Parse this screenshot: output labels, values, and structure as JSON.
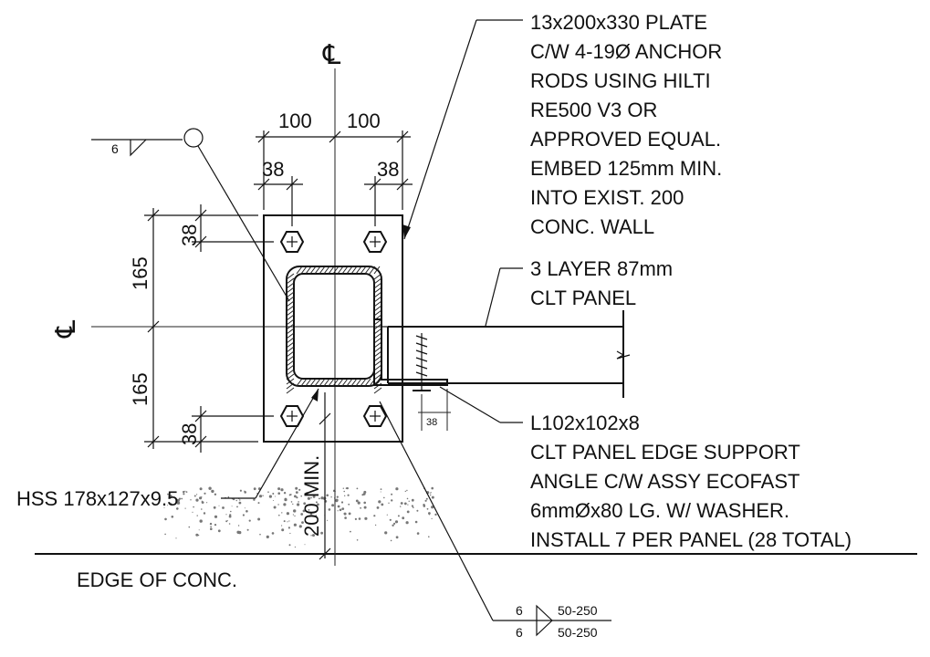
{
  "centerline_symbol": "℄",
  "plate_note": [
    "13x200x330 PLATE",
    "C/W 4-19Ø ANCHOR",
    "RODS USING HILTI",
    "RE500 V3 OR",
    "APPROVED EQUAL.",
    "EMBED 125mm MIN.",
    "INTO EXIST. 200",
    "CONC. WALL"
  ],
  "clt_note": [
    "3 LAYER 87mm",
    "CLT PANEL"
  ],
  "angle_note": [
    "L102x102x8",
    "CLT PANEL EDGE SUPPORT",
    "ANGLE C/W ASSY ECOFAST",
    "6mmØx80 LG. W/ WASHER.",
    "INSTALL 7 PER PANEL (28 TOTAL)"
  ],
  "hss_label": "HSS 178x127x9.5",
  "edge_label": "EDGE OF CONC.",
  "dimensions": {
    "top_left": "100",
    "top_right": "100",
    "edge_left": "38",
    "edge_right": "38",
    "left_upper": "165",
    "left_lower": "165",
    "edge_top": "38",
    "edge_bottom": "38",
    "min_edge": "200 MIN.",
    "angle_edge": "38"
  },
  "welds": {
    "hss_weld_size": "6",
    "angle_weld_size_top": "6",
    "angle_weld_pitch_top": "50-250",
    "angle_weld_size_bottom": "6",
    "angle_weld_pitch_bottom": "50-250"
  }
}
